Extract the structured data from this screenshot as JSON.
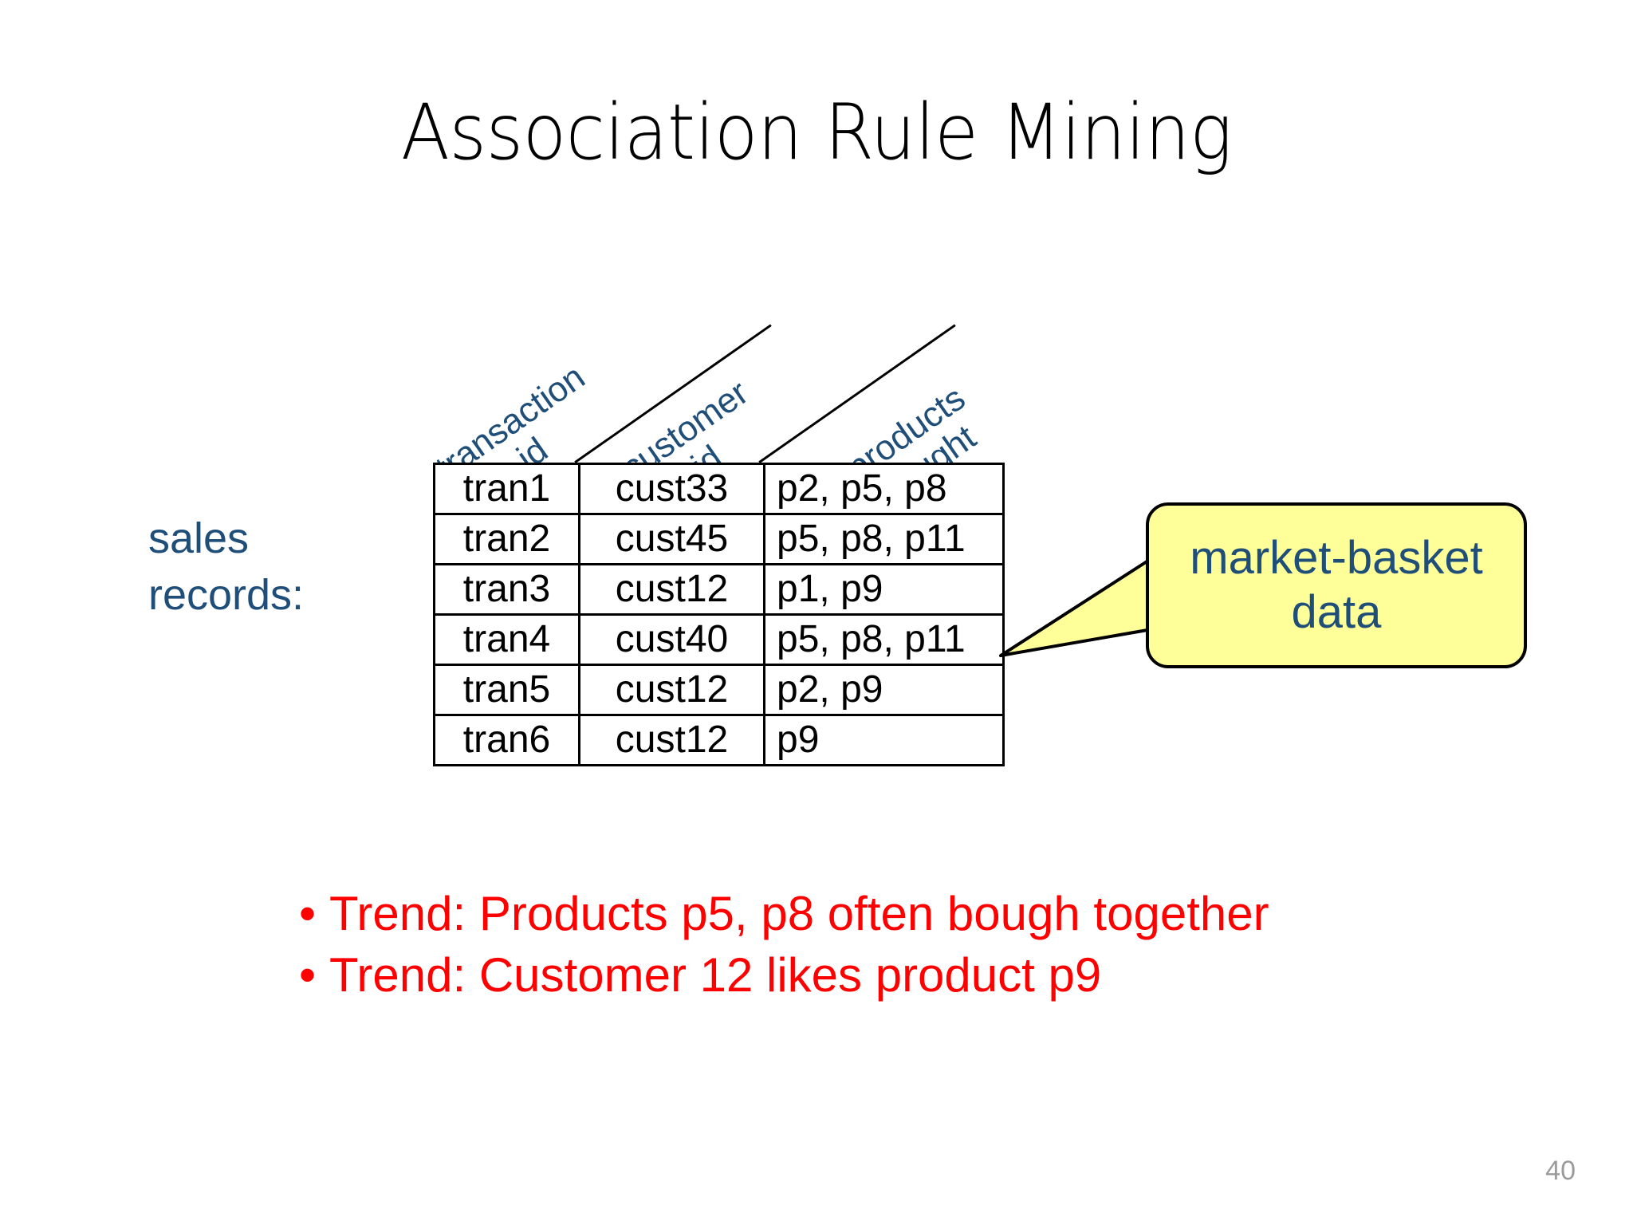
{
  "slide": {
    "title": "Association Rule Mining",
    "page_number": "40",
    "colors": {
      "accent_blue": "#1F4E79",
      "trend_red": "#FF0000",
      "callout_fill": "#FFFF99",
      "callout_border": "#000000",
      "page_number_gray": "#9B9B9B",
      "table_border": "#000000",
      "background": "#FFFFFF"
    }
  },
  "left_label": {
    "line1": "sales",
    "line2": "records:"
  },
  "table": {
    "rotated_headers": [
      {
        "line1": "transaction",
        "line2": "id"
      },
      {
        "line1": "customer",
        "line2": "id"
      },
      {
        "line1": "products",
        "line2": "bought"
      }
    ],
    "columns": [
      "transaction id",
      "customer id",
      "products bought"
    ],
    "rows": [
      {
        "transaction_id": "tran1",
        "customer_id": "cust33",
        "products_bought": "p2, p5, p8"
      },
      {
        "transaction_id": "tran2",
        "customer_id": "cust45",
        "products_bought": "p5, p8, p11"
      },
      {
        "transaction_id": "tran3",
        "customer_id": "cust12",
        "products_bought": "p1, p9"
      },
      {
        "transaction_id": "tran4",
        "customer_id": "cust40",
        "products_bought": "p5, p8, p11"
      },
      {
        "transaction_id": "tran5",
        "customer_id": "cust12",
        "products_bought": "p2, p9"
      },
      {
        "transaction_id": "tran6",
        "customer_id": "cust12",
        "products_bought": "p9"
      }
    ]
  },
  "callout": {
    "line1": "market-basket",
    "line2": "data"
  },
  "trends": {
    "bullet_glyph": "•",
    "items": [
      "Trend: Products p5, p8 often bough together",
      "Trend: Customer 12 likes product p9"
    ]
  }
}
